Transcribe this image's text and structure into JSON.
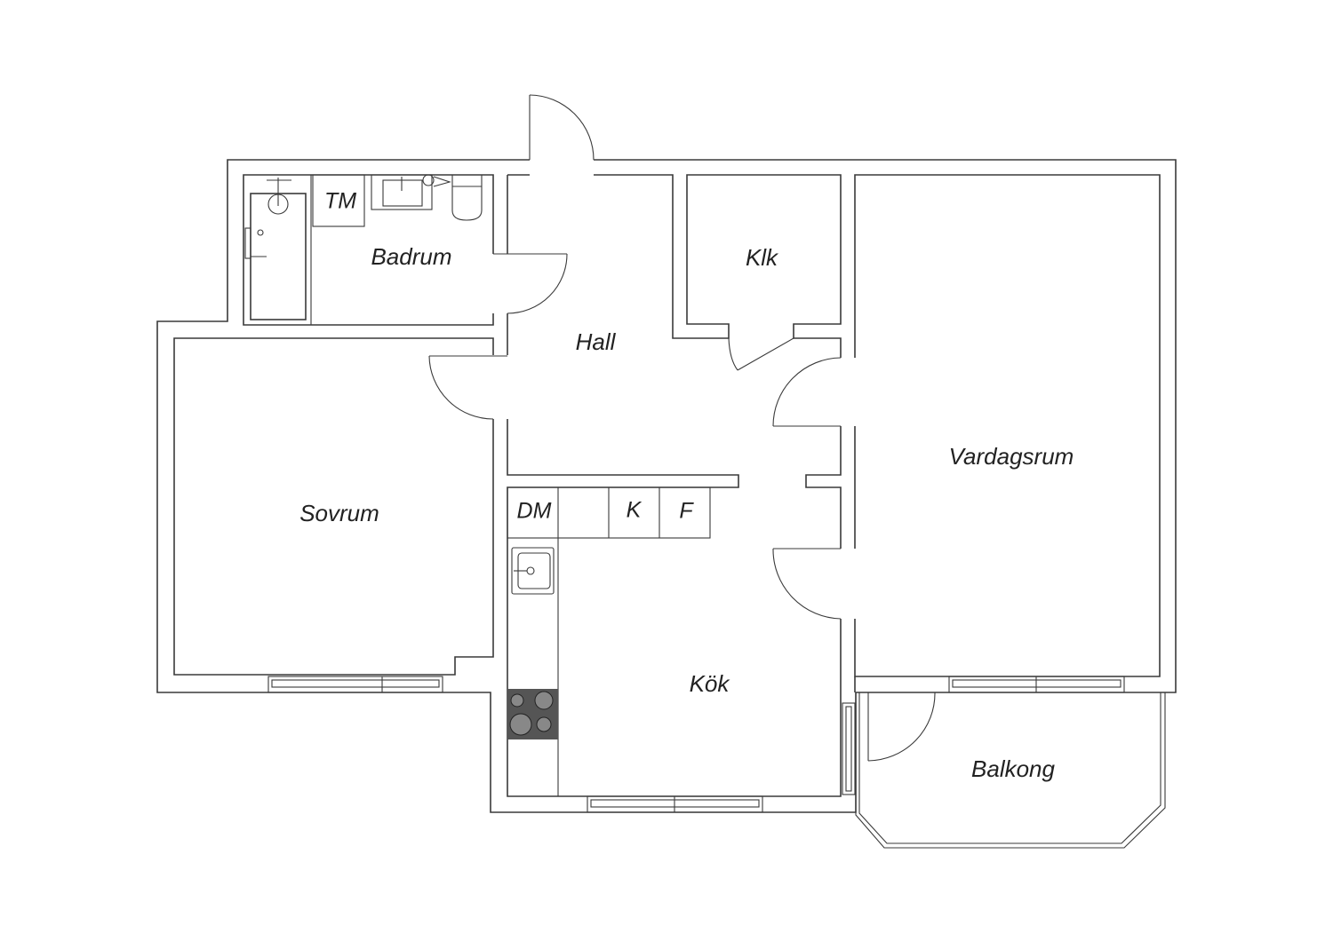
{
  "plan": {
    "rooms": {
      "badrum": "Badrum",
      "hall": "Hall",
      "klk": "Klk",
      "vardagsrum": "Vardagsrum",
      "sovrum": "Sovrum",
      "kok": "Kök",
      "balkong": "Balkong"
    },
    "fixtures": {
      "tm": "TM",
      "dm": "DM",
      "k": "K",
      "f": "F"
    },
    "colors": {
      "line": "#3a3a3a",
      "stove": "#555555"
    }
  }
}
